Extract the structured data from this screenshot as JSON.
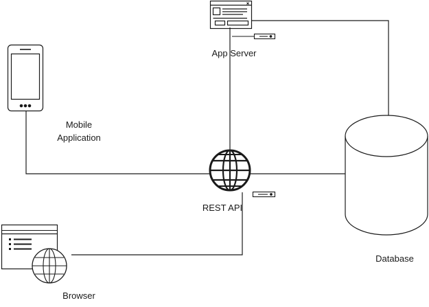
{
  "labels": {
    "app_server": "App Server",
    "mobile_line1": "Mobile",
    "mobile_line2": "Application",
    "rest_api": "REST API",
    "database": "Database",
    "browser": "Browser"
  },
  "icons": {
    "app_server": "application-window-icon",
    "app_server_device": "server-device-icon",
    "mobile": "mobile-phone-icon",
    "rest_api": "globe-icon",
    "rest_api_device": "server-device-icon",
    "database": "database-cylinder-icon",
    "browser": "browser-window-icon",
    "browser_globe": "globe-icon"
  },
  "colors": {
    "line": "#1a1a1a",
    "background": "#ffffff"
  }
}
